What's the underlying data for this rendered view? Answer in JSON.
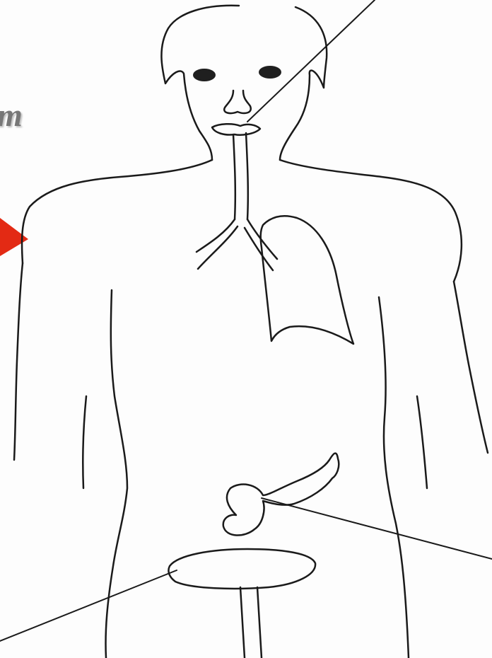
{
  "fragment_text": "m",
  "colors": {
    "background": "#fdfdfd",
    "ink": "#1a1a1a",
    "pointer_arrow": "#e32a14",
    "fragment_text": "#777777"
  },
  "structures": [
    "head-outline",
    "eyes",
    "nose",
    "mouth",
    "windpipe",
    "bronchi",
    "lung",
    "torso-outline",
    "arms",
    "pancreas-duodenum",
    "bladder",
    "legs"
  ]
}
